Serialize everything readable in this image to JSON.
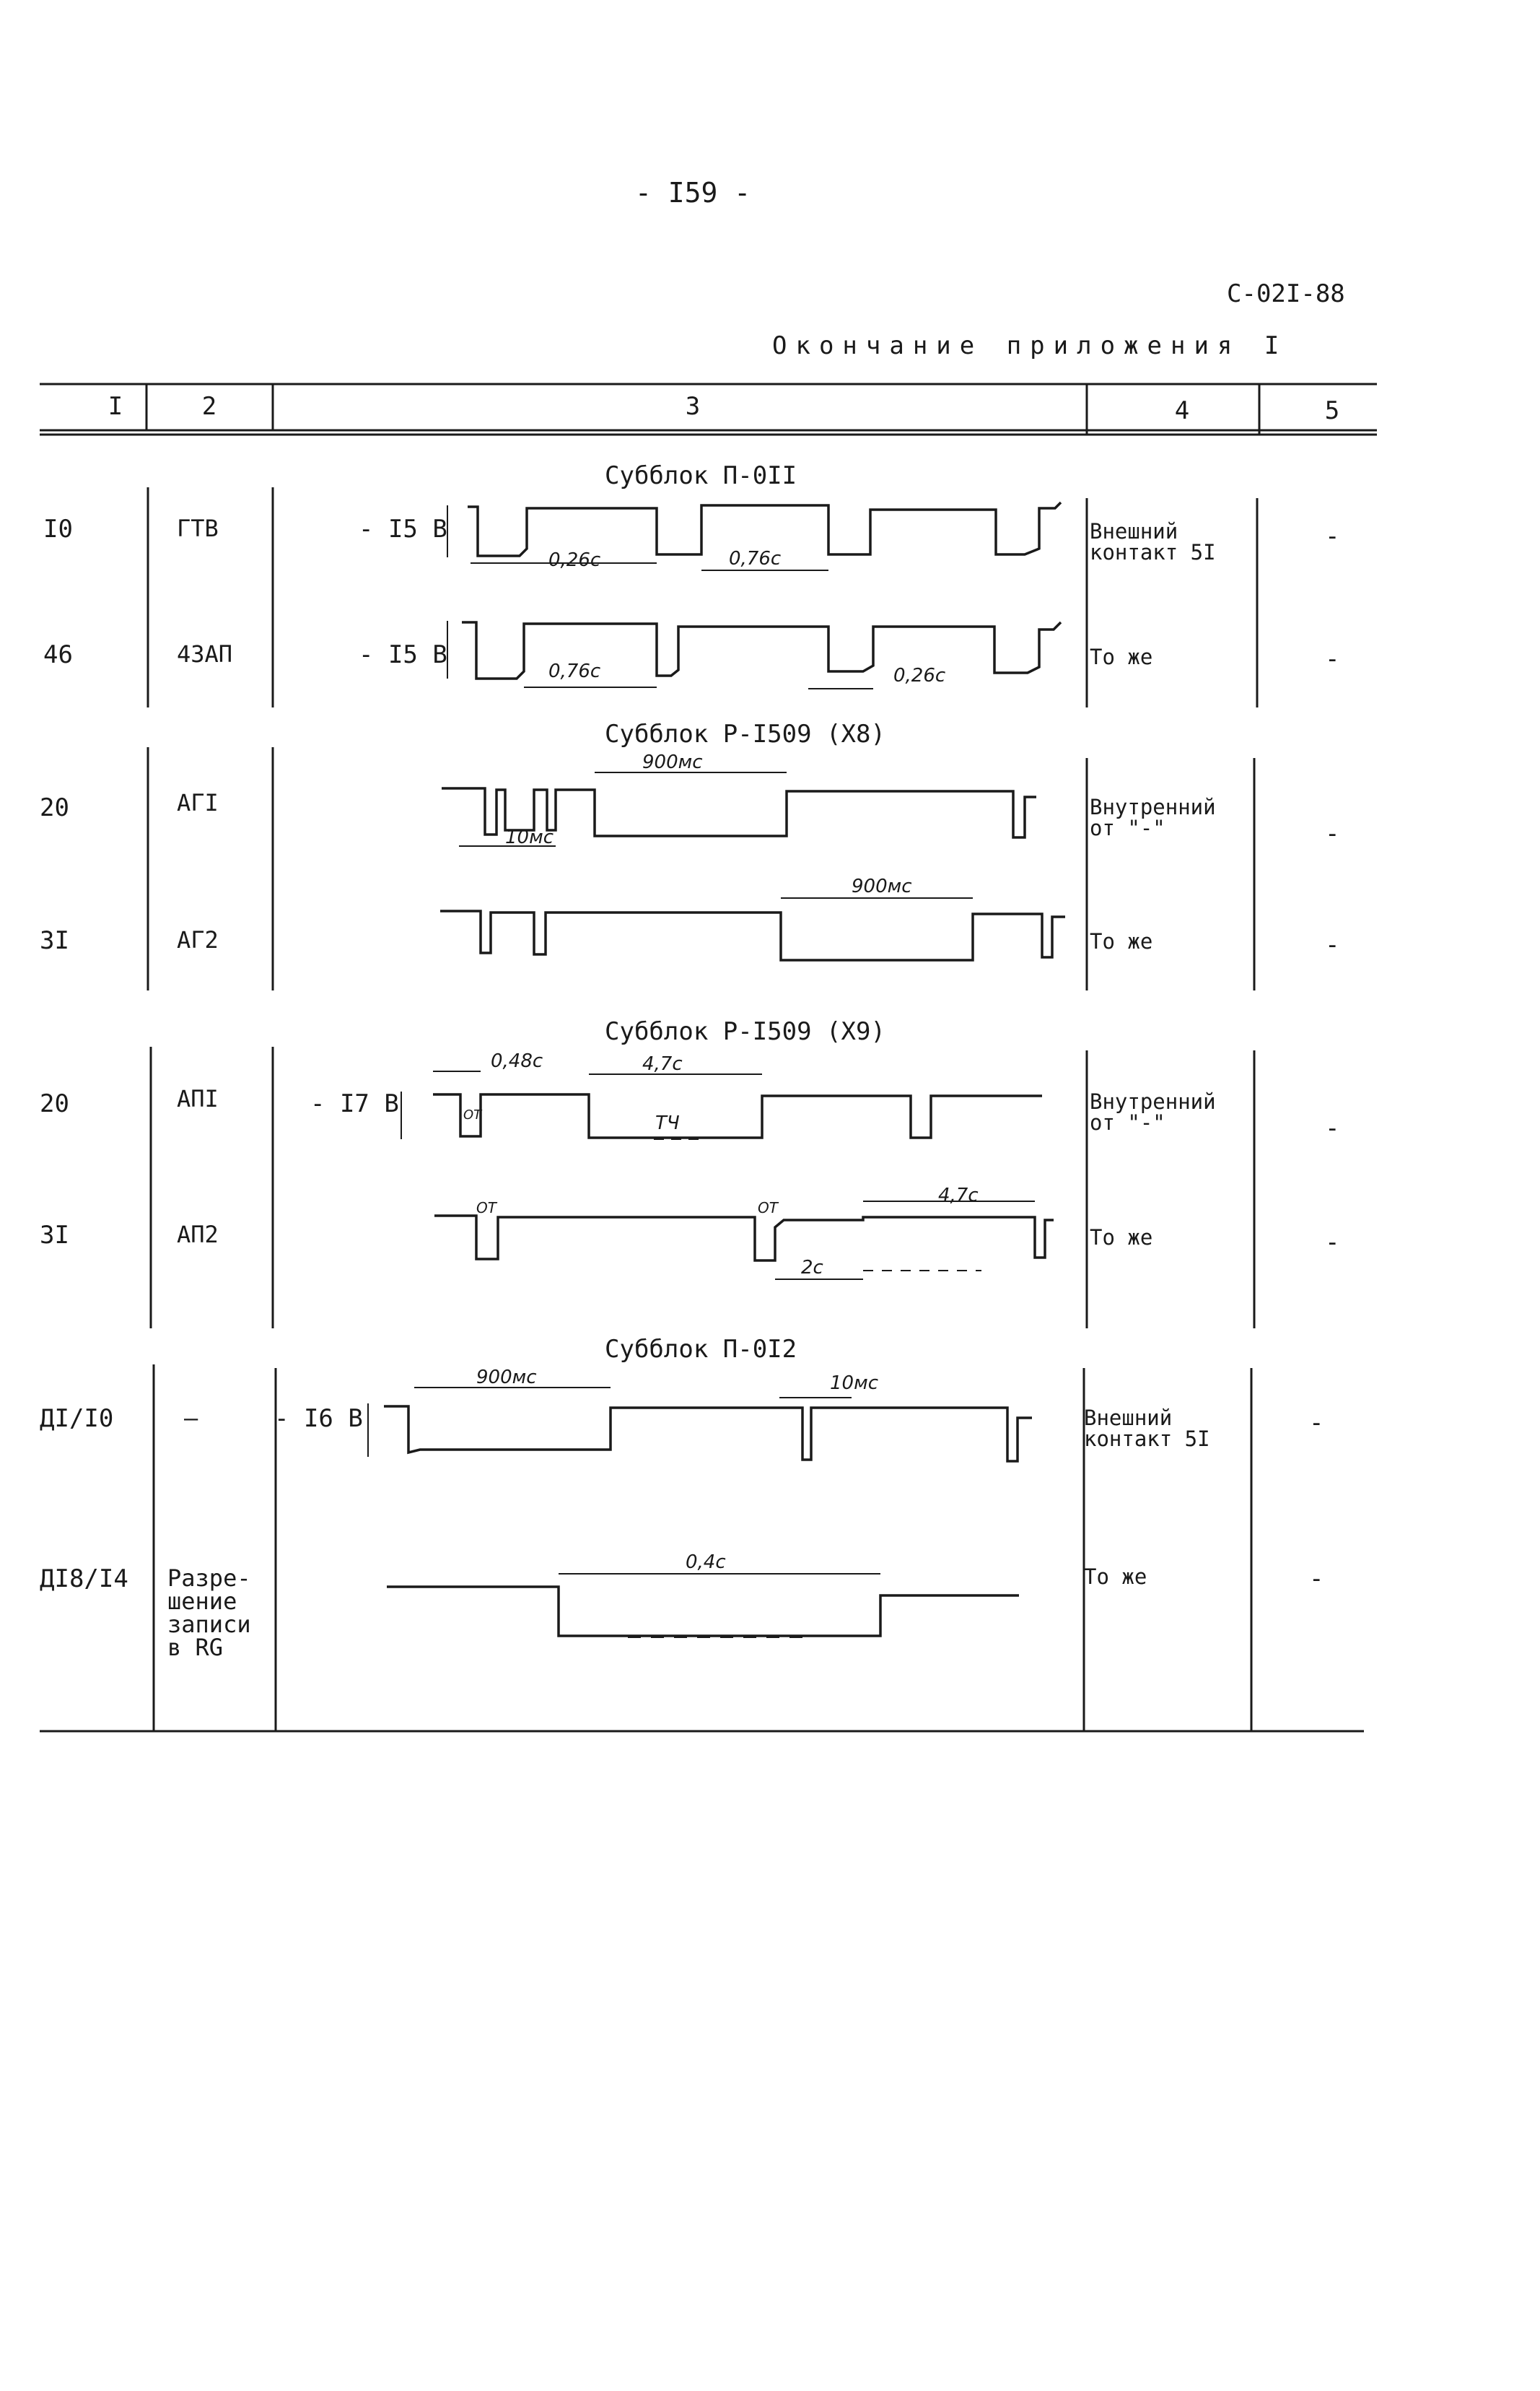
{
  "header": {
    "page_number": "- I59 -",
    "doc_code": "С-02I-88",
    "caption": "Окончание приложения I"
  },
  "table": {
    "columns": [
      "I",
      "2",
      "3",
      "4",
      "5"
    ],
    "sections": [
      {
        "title": "Субблок П-0II",
        "rows": [
          {
            "c1": "I0",
            "c2": "ГТВ",
            "voltage": "- I5 B",
            "c4": "Внешний контакт 5I",
            "c5": "-",
            "labels": [
              "0,26с",
              "0,76с"
            ]
          },
          {
            "c1": "46",
            "c2": "43АП",
            "voltage": "- I5 B",
            "c4": "То же",
            "c5": "-",
            "labels": [
              "0,76с",
              "0,26с"
            ]
          }
        ]
      },
      {
        "title": "Субблок P-I509 (X8)",
        "rows": [
          {
            "c1": "20",
            "c2": "АГI",
            "voltage": "",
            "c4": "Внутренний от \"-\"",
            "c5": "-",
            "labels": [
              "900мс",
              "10мс"
            ]
          },
          {
            "c1": "3I",
            "c2": "АГ2",
            "voltage": "",
            "c4": "То же",
            "c5": "-",
            "labels": [
              "900мс"
            ]
          }
        ]
      },
      {
        "title": "Субблок P-I509 (X9)",
        "rows": [
          {
            "c1": "20",
            "c2": "АПI",
            "voltage": "- I7 B",
            "c4": "Внутренний от \"-\"",
            "c5": "-",
            "labels": [
              "0,48с",
              "4,7с",
              "ОТ",
              "ТЧ"
            ]
          },
          {
            "c1": "3I",
            "c2": "АП2",
            "voltage": "",
            "c4": "То же",
            "c5": "-",
            "labels": [
              "ОТ",
              "ОТ",
              "4,7с",
              "2с"
            ]
          }
        ]
      },
      {
        "title": "Субблок П-0I2",
        "rows": [
          {
            "c1": "ДI/I0",
            "c2": "—",
            "voltage": "- I6 B",
            "c4": "Внешний контакт 5I",
            "c5": "-",
            "labels": [
              "900мс",
              "10мс"
            ]
          },
          {
            "c1": "ДI8/I4",
            "c2": "Разре- шение записи в RG",
            "voltage": "",
            "c4": "То же",
            "c5": "-",
            "labels": [
              "0,4с"
            ]
          }
        ]
      }
    ]
  }
}
